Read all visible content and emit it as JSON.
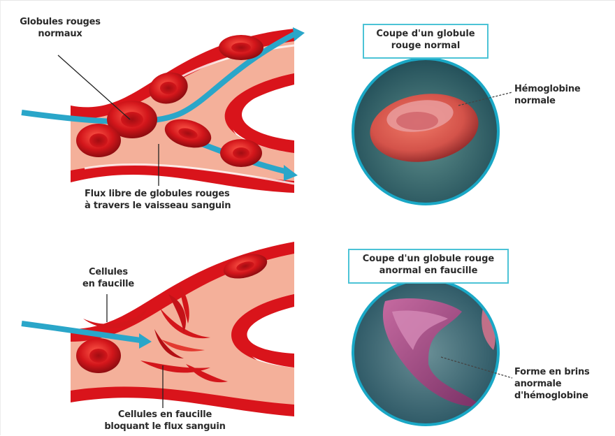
{
  "normal": {
    "label_globules": [
      "Globules rouges",
      "normaux"
    ],
    "label_flux": [
      "Flux libre de globules rouges",
      "à travers le vaisseau sanguin"
    ],
    "box_title": [
      "Coupe d'un globule",
      "rouge normal"
    ],
    "label_hemoglobine": [
      "Hémoglobine",
      "normale"
    ]
  },
  "faucille": {
    "label_cellules": [
      "Cellules",
      "en faucille"
    ],
    "label_bloquant": [
      "Cellules en faucille",
      "bloquant le flux sanguin"
    ],
    "box_title": [
      "Coupe d'un globule rouge",
      "anormal en faucille"
    ],
    "label_forme": [
      "Forme en brins",
      "anormale",
      "d'hémoglobine"
    ]
  },
  "colors": {
    "vessel_wall": "#d9141b",
    "vessel_inner": "#f4b09a",
    "flow_arrow": "#2aa6c9",
    "cell": "#d3161b",
    "box_border": "#4cc3d6",
    "circle_border": "#1aa8c6",
    "micro_bg": "#3a6d73",
    "normal_cell": "#d9574c",
    "sickle_cell": "#a44e8a"
  }
}
